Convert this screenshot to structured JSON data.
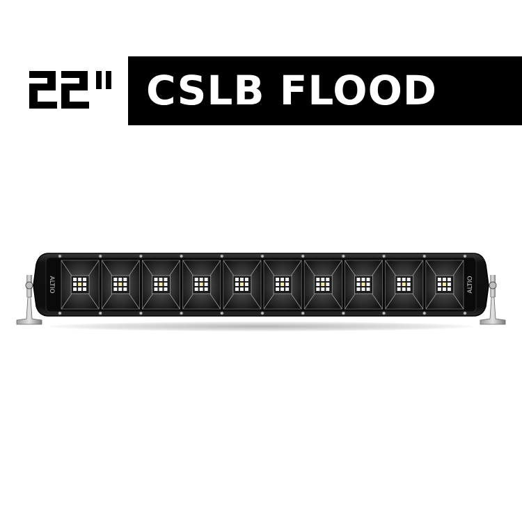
{
  "size_label": "22\"",
  "title": "CSLB FLOOD",
  "product": {
    "brand_mark": "ALTIO",
    "led_module_count": 10
  },
  "colors": {
    "banner_background": "#000000",
    "banner_text": "#ffffff",
    "size_label_color": "#000000",
    "page_background": "#ffffff"
  }
}
